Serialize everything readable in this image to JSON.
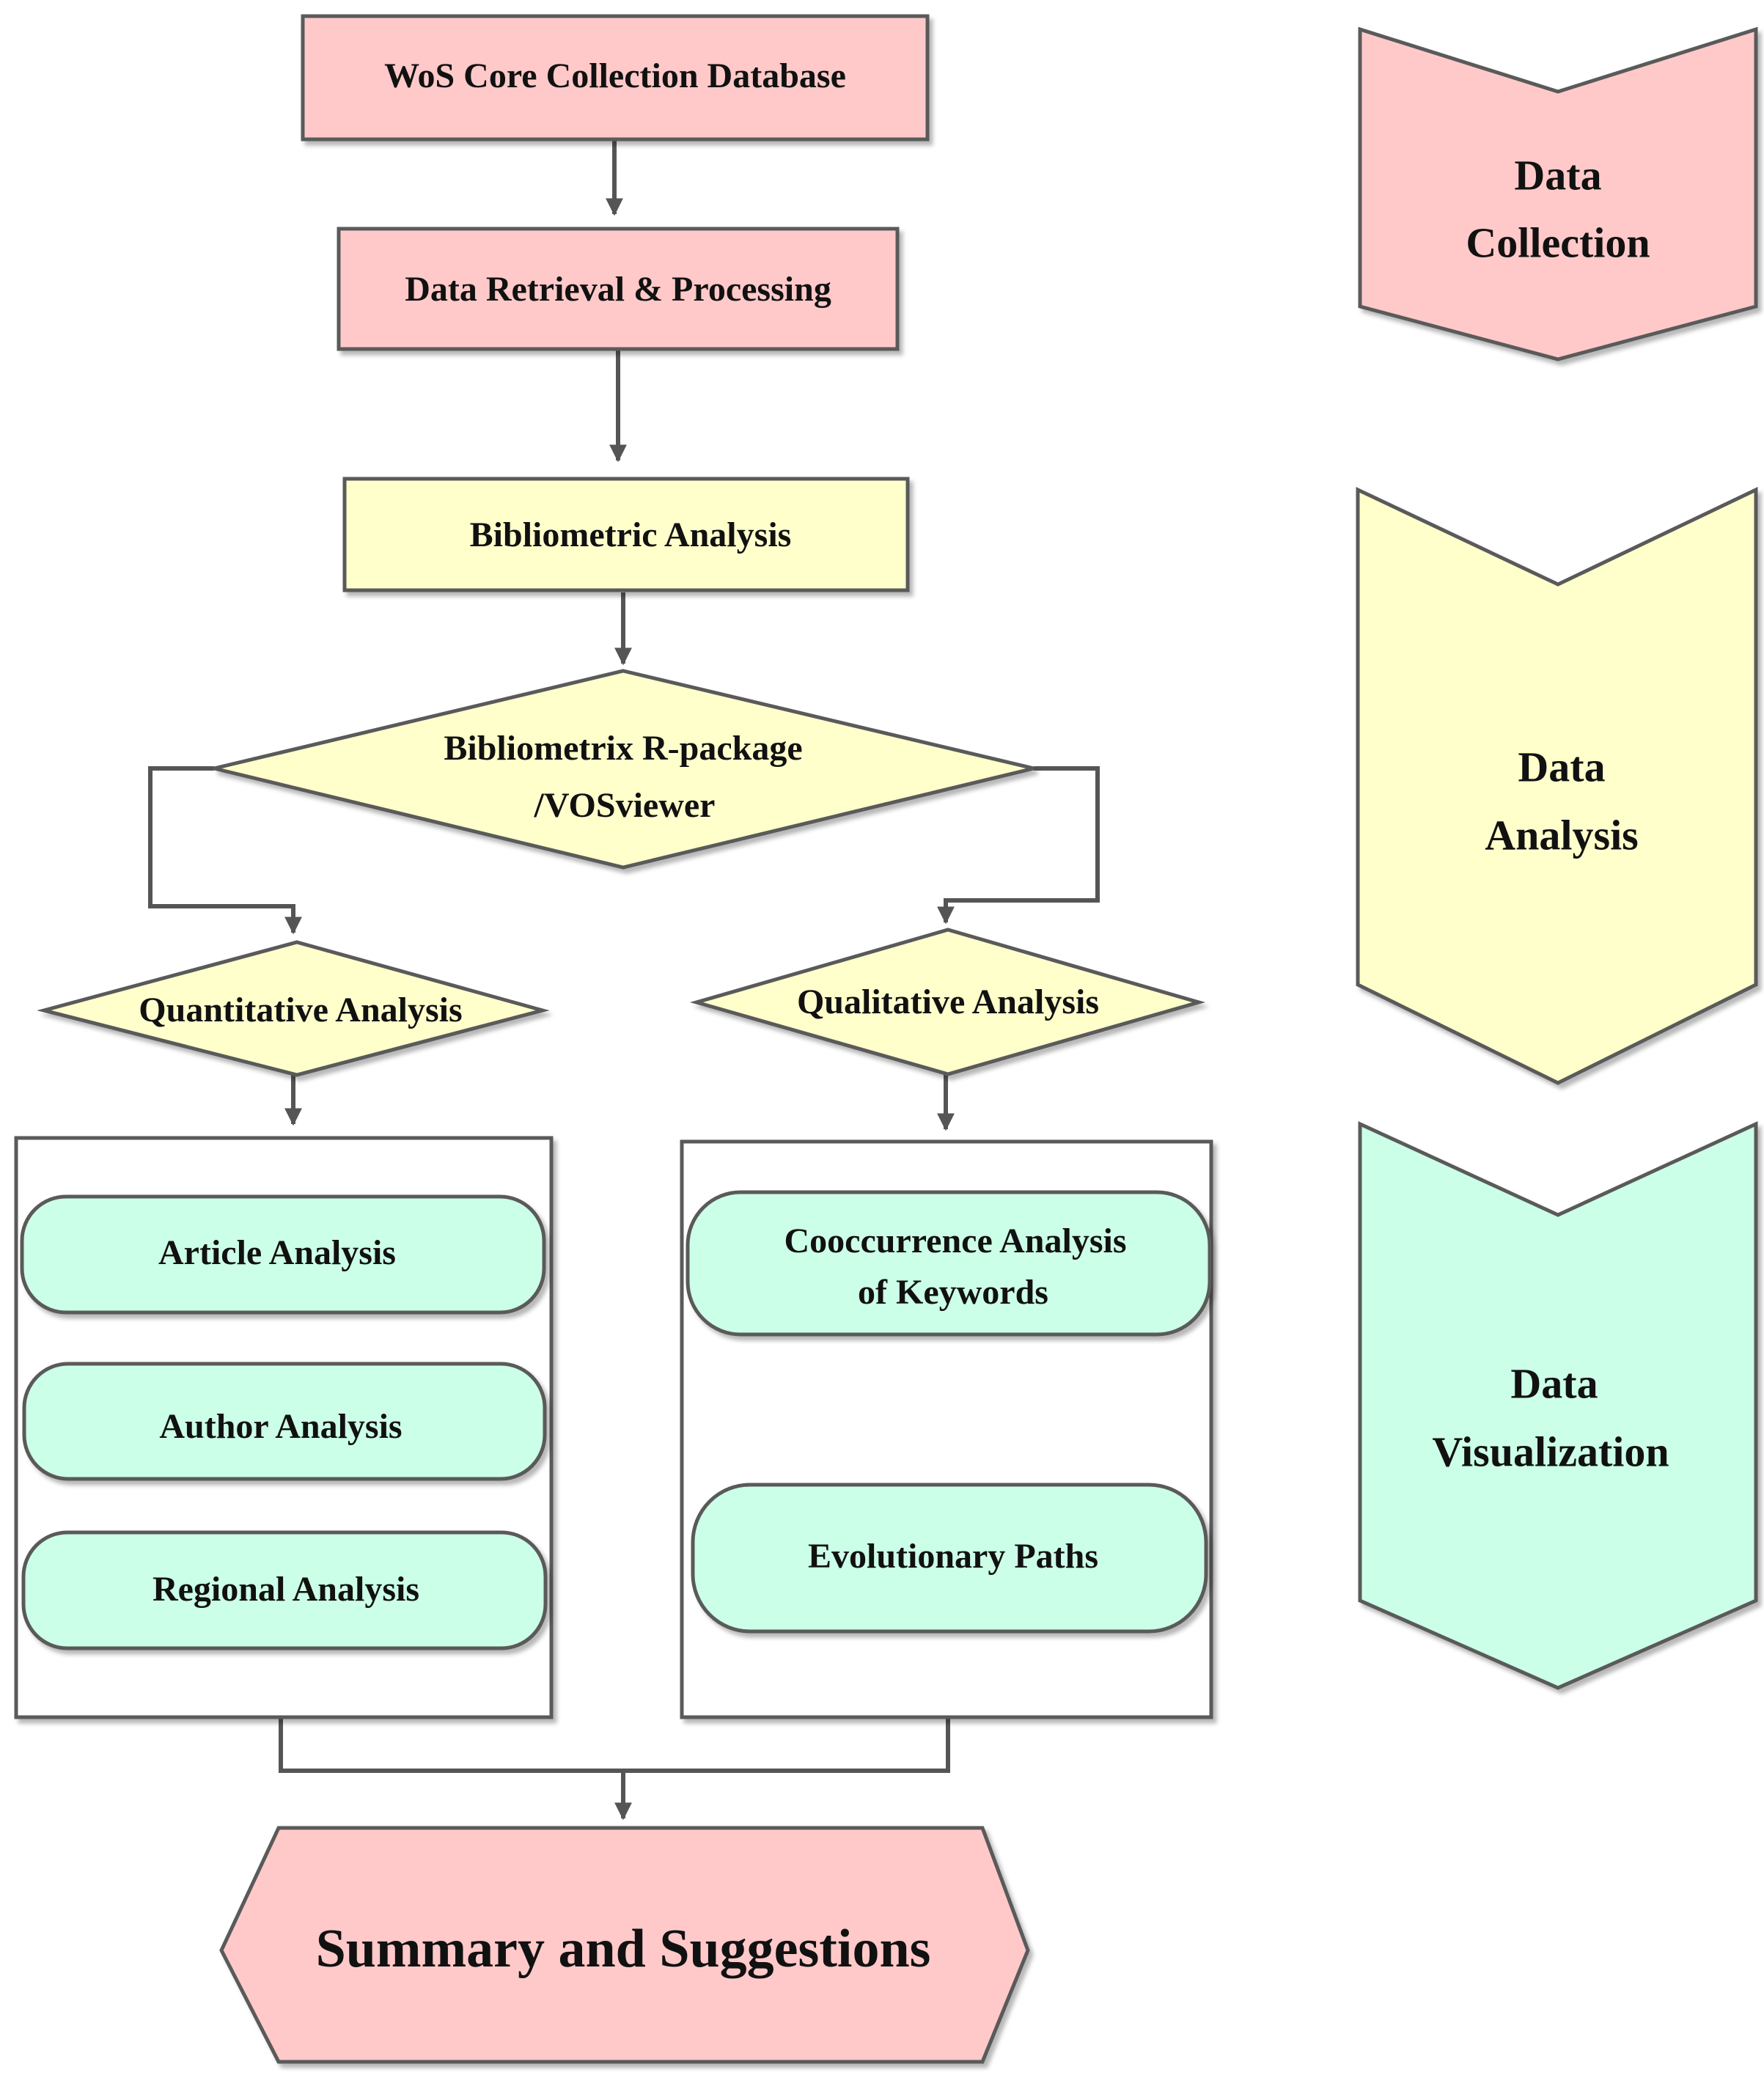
{
  "colors": {
    "pink": "#ffc9c9",
    "yellow": "#ffffcc",
    "mint": "#ccffe8",
    "stroke": "#5a5a5a",
    "text": "#111111",
    "connector": "#555555"
  },
  "flow": {
    "wos_db": "WoS Core Collection Database",
    "retrieval": "Data Retrieval & Processing",
    "bibliometric": "Bibliometric Analysis",
    "tools_line1": "Bibliometrix R-package",
    "tools_line2": "/VOSviewer",
    "quantitative": "Quantitative Analysis",
    "qualitative": "Qualitative Analysis",
    "quantitative_items": [
      "Article Analysis",
      "Author Analysis",
      "Regional Analysis"
    ],
    "cooccurrence_line1": "Cooccurrence Analysis",
    "cooccurrence_line2": "of Keywords",
    "evolutionary": "Evolutionary Paths",
    "summary": "Summary and Suggestions"
  },
  "stages": {
    "collection": [
      "Data",
      "Collection"
    ],
    "analysis": [
      "Data",
      "Analysis"
    ],
    "visualization": [
      "Data",
      "Visualization"
    ]
  }
}
